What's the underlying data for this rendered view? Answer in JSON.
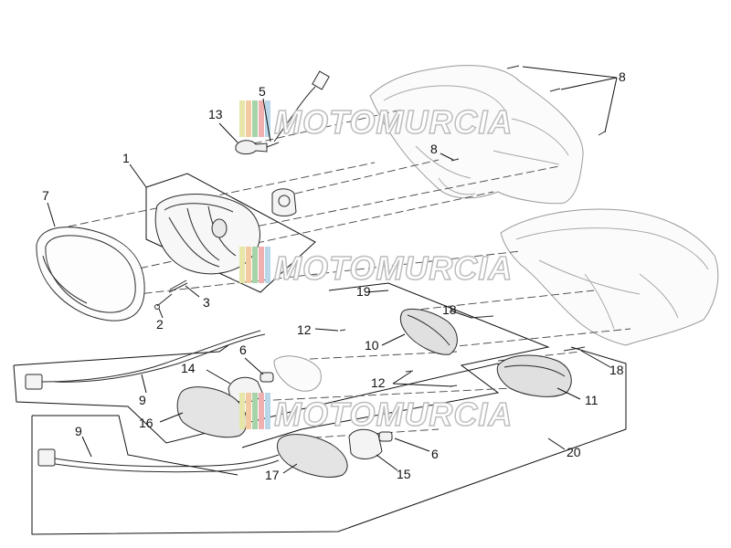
{
  "callouts": {
    "n1": "1",
    "n2": "2",
    "n3": "3",
    "n5": "5",
    "n6a": "6",
    "n6b": "6",
    "n7": "7",
    "n8a": "8",
    "n8b": "8",
    "n9a": "9",
    "n9b": "9",
    "n10": "10",
    "n11": "11",
    "n12a": "12",
    "n12b": "12",
    "n13": "13",
    "n14": "14",
    "n15": "15",
    "n16": "16",
    "n17": "17",
    "n18a": "18",
    "n18b": "18",
    "n19": "19",
    "n20": "20"
  },
  "watermark": {
    "text": "MOTOMURCIA",
    "stripe_colors": [
      "#e6e6a8",
      "#f2c9a0",
      "#a6d3a8",
      "#f0b0b0",
      "#b9d7e9"
    ]
  },
  "colors": {
    "line": "#2a2a2a",
    "ghost": "#9a9a9a",
    "background": "#ffffff"
  }
}
